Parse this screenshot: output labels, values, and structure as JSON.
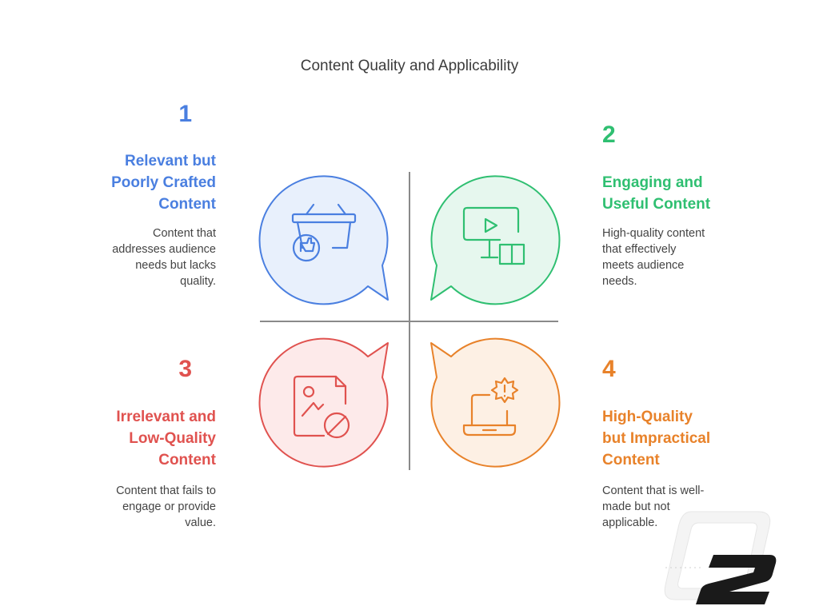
{
  "title": "Content Quality and Applicability",
  "quadrants": [
    {
      "number": "1",
      "heading": [
        "Relevant but",
        "Poorly Crafted",
        "Content"
      ],
      "description": [
        "Content that",
        "addresses audience",
        "needs but lacks",
        "quality."
      ],
      "color": "#4a7fe0",
      "fill": "#e8f0fc",
      "icon": "shopping-basket-thumbs-down-icon"
    },
    {
      "number": "2",
      "heading": [
        "Engaging and",
        "Useful Content"
      ],
      "description": [
        "High-quality content",
        "that effectively",
        "meets audience",
        "needs."
      ],
      "color": "#2fbf71",
      "fill": "#e6f7ee",
      "icon": "video-monitor-book-icon"
    },
    {
      "number": "3",
      "heading": [
        "Irrelevant and",
        "Low-Quality",
        "Content"
      ],
      "description": [
        "Content that fails to",
        "engage or provide",
        "value."
      ],
      "color": "#e0524f",
      "fill": "#fdeaea",
      "icon": "blocked-image-file-icon"
    },
    {
      "number": "4",
      "heading": [
        "High-Quality",
        "but Impractical",
        "Content"
      ],
      "description": [
        "Content that is well-",
        "made but not",
        "applicable."
      ],
      "color": "#e8822a",
      "fill": "#fdf0e4",
      "icon": "laptop-alert-badge-icon"
    }
  ]
}
